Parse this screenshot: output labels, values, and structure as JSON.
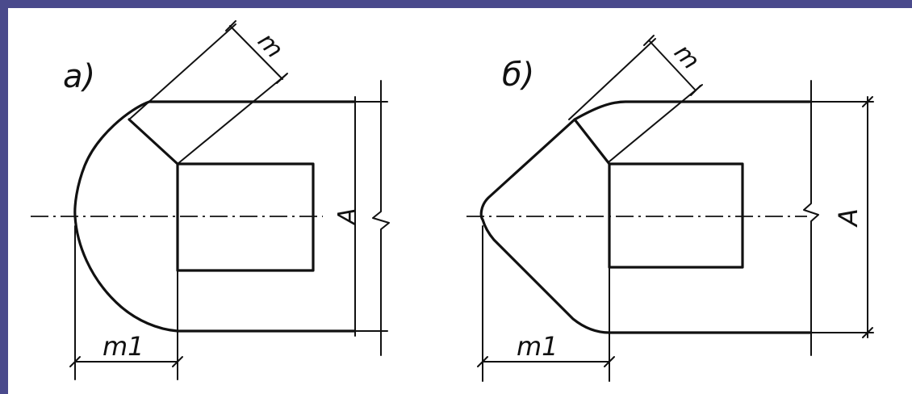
{
  "colors": {
    "border": "#4a4a8c",
    "paper": "#ffffff",
    "ink": "#111111"
  },
  "figure_a": {
    "label": "a)",
    "dim_m": "m",
    "dim_m1": "m1",
    "dim_A": "A"
  },
  "figure_b": {
    "label": "б)",
    "dim_m": "m",
    "dim_m1": "m1",
    "dim_A": "A"
  }
}
